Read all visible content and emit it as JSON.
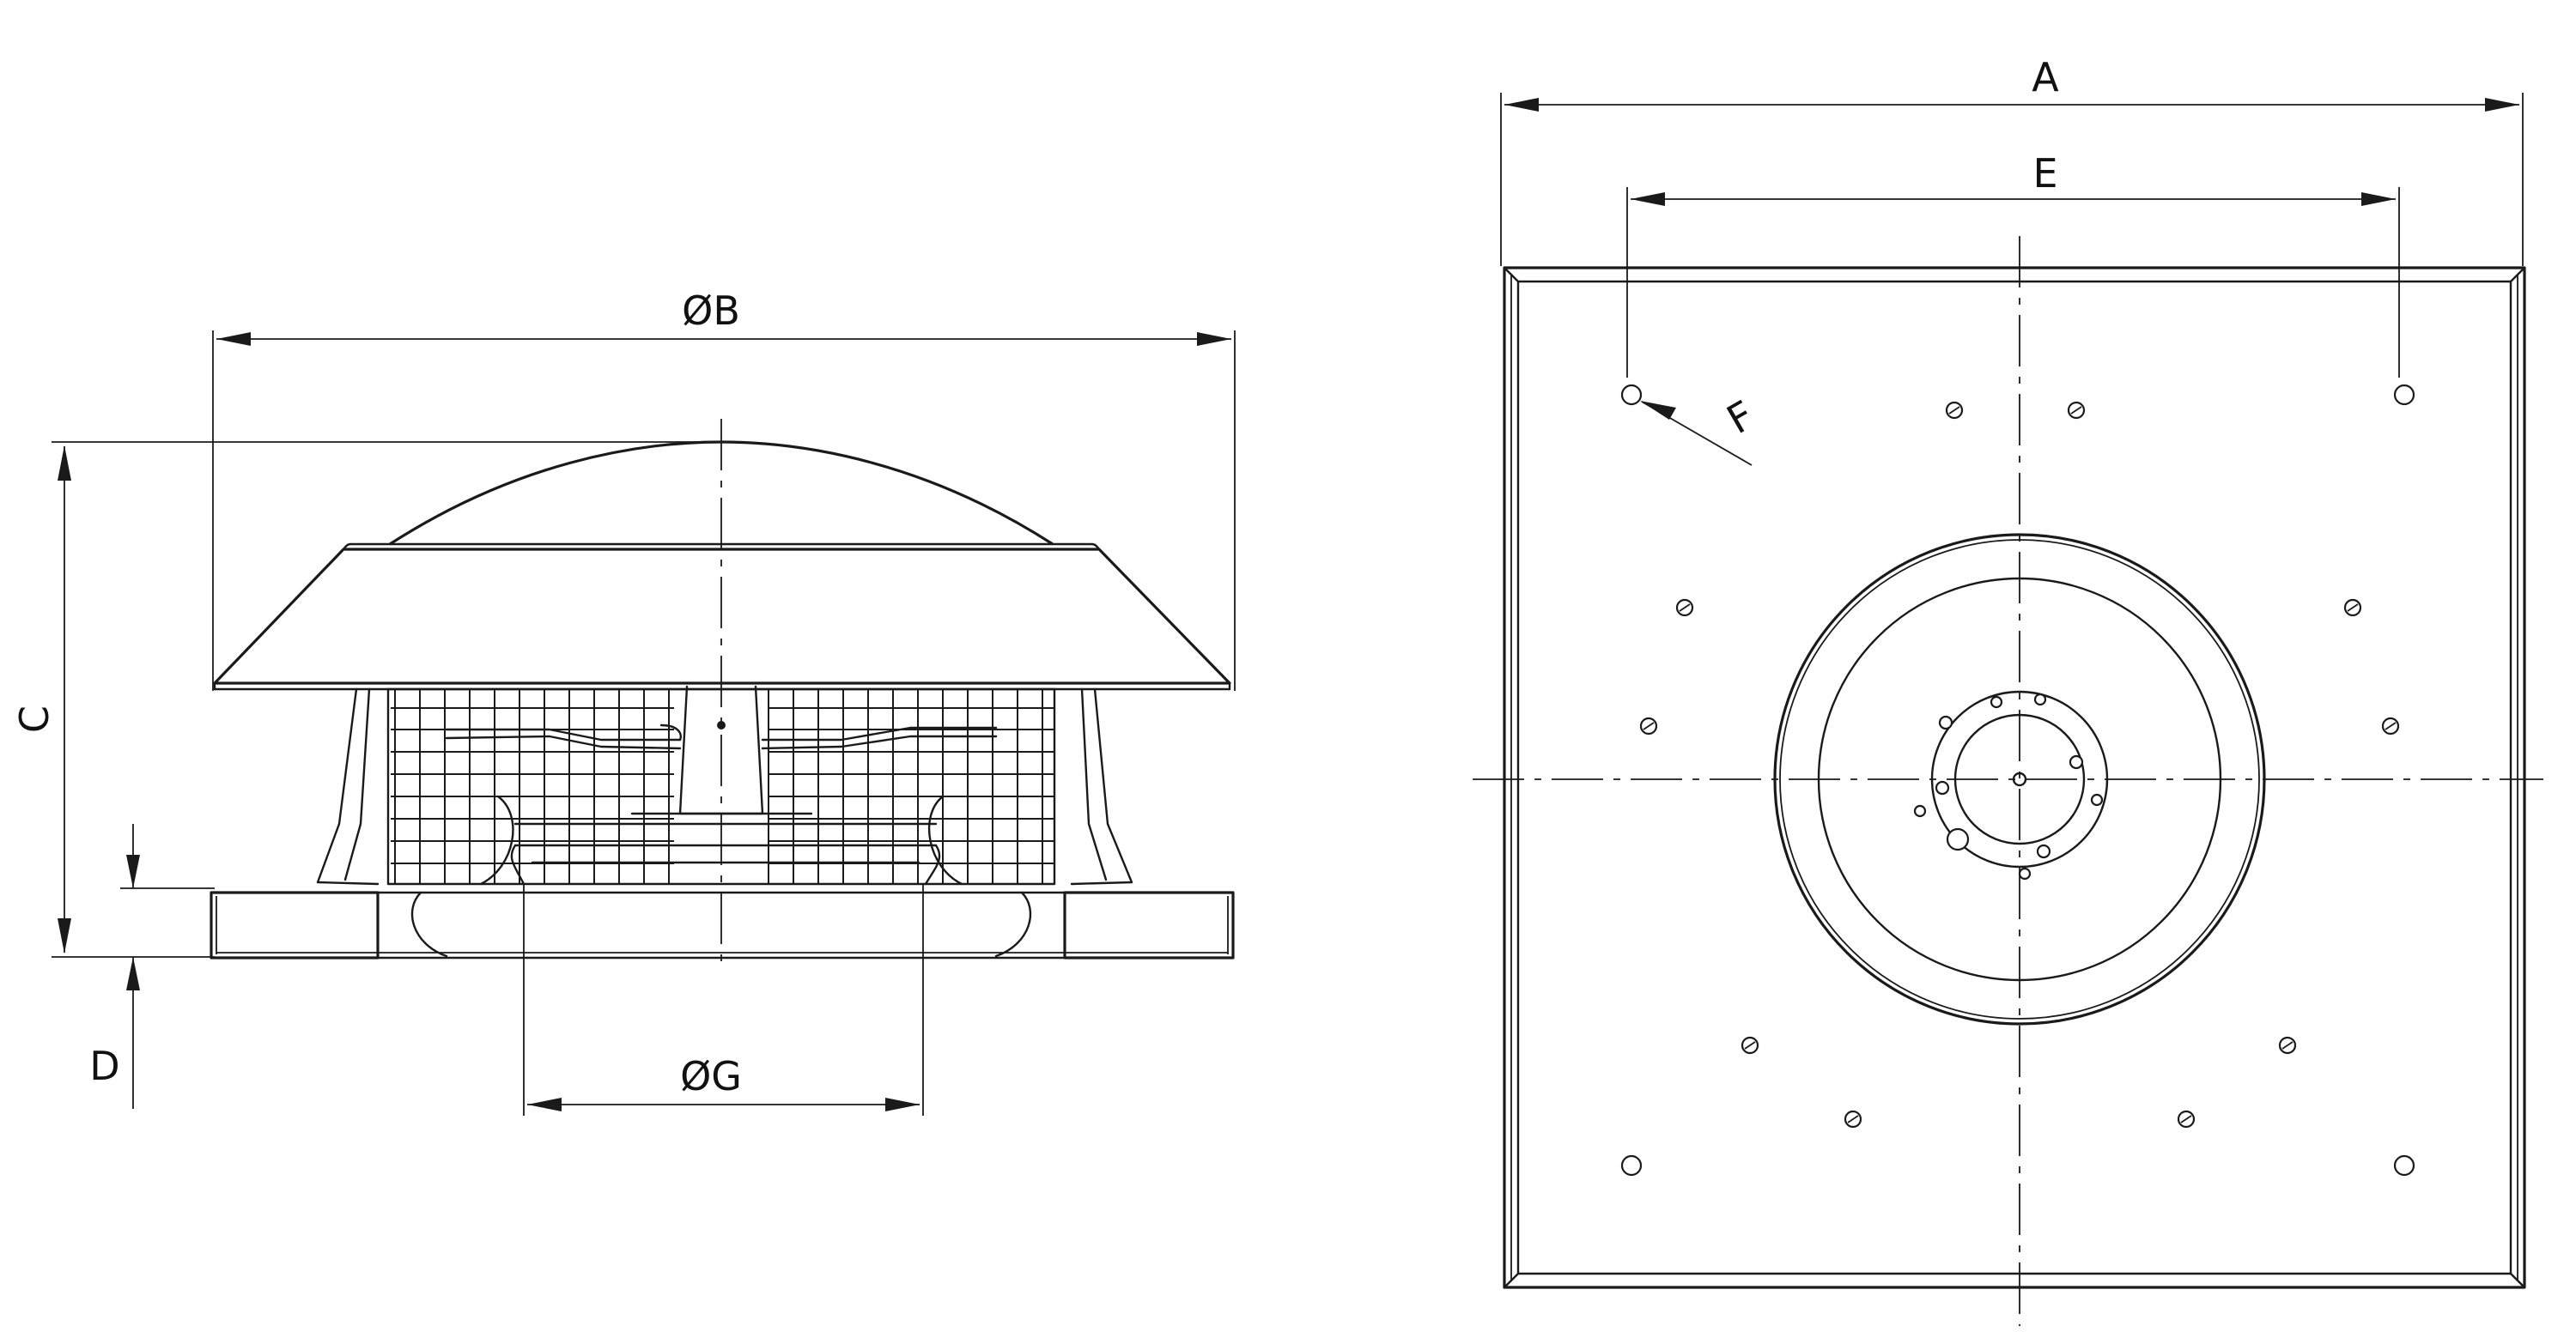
{
  "side_view": {
    "dim_diameter_b": "ØB",
    "dim_height_c": "C",
    "dim_base_d": "D",
    "dim_diameter_g": "ØG"
  },
  "top_view": {
    "dim_width_a": "A",
    "dim_holes_e": "E",
    "dim_hole_f": "F"
  }
}
